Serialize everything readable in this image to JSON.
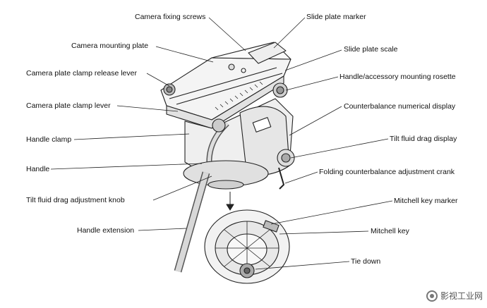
{
  "labels": {
    "camera_fixing_screws": "Camera fixing screws",
    "slide_plate_marker": "Slide plate marker",
    "camera_mounting_plate": "Camera mounting plate",
    "slide_plate_scale": "Slide plate scale",
    "camera_plate_clamp_release_lever": "Camera plate clamp release lever",
    "handle_accessory_mounting_rosette": "Handle/accessory mounting rosette",
    "camera_plate_clamp_lever": "Camera plate clamp lever",
    "counterbalance_numerical_display": "Counterbalance numerical display",
    "handle_clamp": "Handle clamp",
    "tilt_fluid_drag_display": "Tilt fluid drag display",
    "handle": "Handle",
    "folding_counterbalance_adjustment_crank": "Folding counterbalance adjustment crank",
    "tilt_fluid_drag_adjustment_knob": "Tilt fluid drag adjustment knob",
    "mitchell_key_marker": "Mitchell key marker",
    "handle_extension": "Handle extension",
    "mitchell_key": "Mitchell key",
    "tie_down": "Tie down"
  },
  "watermark": "影视工业网"
}
